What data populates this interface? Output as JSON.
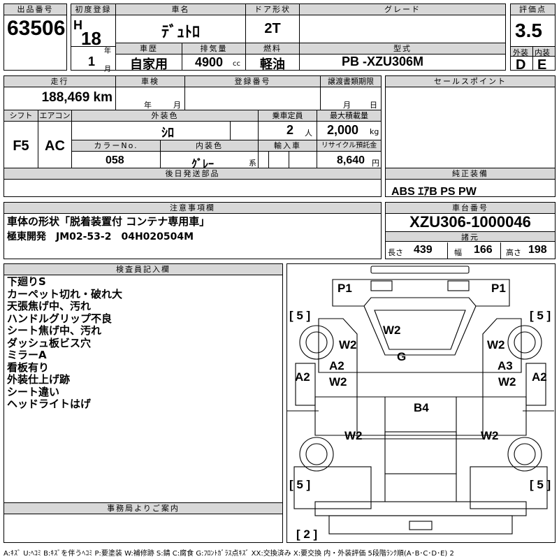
{
  "lot": {
    "header": "出品番号",
    "value": "63506"
  },
  "first_reg": {
    "header": "初度登録",
    "era": "H",
    "year": "18",
    "year_unit": "年",
    "month": "1",
    "month_unit": "月"
  },
  "car_name": {
    "header": "車名",
    "value": "ﾃﾞｭﾄﾛ"
  },
  "door": {
    "header": "ドア形状",
    "value": "2T"
  },
  "grade": {
    "header": "グレード",
    "value": ""
  },
  "score": {
    "header": "評価点",
    "value": "3.5",
    "ext_header": "外装",
    "int_header": "内装",
    "ext_value": "D",
    "int_value": "E"
  },
  "history": {
    "header": "車歴",
    "value": "自家用"
  },
  "displacement": {
    "header": "排気量",
    "value": "4900",
    "unit": "cc"
  },
  "fuel": {
    "header": "燃料",
    "value": "軽油"
  },
  "model": {
    "header": "型式",
    "value": "PB -XZU306M"
  },
  "mileage": {
    "header": "走行",
    "value": "188,469 km"
  },
  "inspection": {
    "header": "車検",
    "year_unit": "年",
    "month_unit": "月"
  },
  "reg_no": {
    "header": "登録番号",
    "value": ""
  },
  "transfer": {
    "header": "譲渡書類期限",
    "month_unit": "月",
    "day_unit": "日"
  },
  "sales_point": {
    "header": "セールスポイント",
    "value": ""
  },
  "shift": {
    "header": "シフト",
    "value": "F5"
  },
  "ac": {
    "header": "エアコン",
    "value": "AC"
  },
  "ext_color": {
    "header": "外装色",
    "value": "ｼﾛ"
  },
  "capacity": {
    "header": "乗車定員",
    "value": "2",
    "unit": "人"
  },
  "max_load": {
    "header": "最大積載量",
    "value": "2,000",
    "unit": "kg"
  },
  "color_no": {
    "header": "カラーNo.",
    "value": "058"
  },
  "int_color": {
    "header": "内装色",
    "value": "ｸﾞﾚｰ",
    "suffix": "系"
  },
  "import": {
    "header": "輸入車",
    "value": ""
  },
  "recycle": {
    "header": "リサイクル預託金",
    "value": "8,640",
    "unit": "円"
  },
  "later_parts": {
    "header": "後日発送部品",
    "value": ""
  },
  "genuine": {
    "header": "純正装備",
    "value": "ABS ｴｱB PS PW"
  },
  "notes": {
    "header": "注意事項欄",
    "line1": "車体の形状「脱着装置付 コンテナ専用車」",
    "line2": "極東開発　JM02-53-2　04H020504M"
  },
  "chassis": {
    "header": "車台番号",
    "value": "XZU306-1000046",
    "spec_header": "諸元",
    "length_label": "長さ",
    "length": "439",
    "width_label": "幅",
    "width": "166",
    "height_label": "高さ",
    "height": "198"
  },
  "inspector": {
    "header": "検査員記入欄",
    "lines": [
      "下廻りS",
      "カーペット切れ・破れ大",
      "天張焦げ中、汚れ",
      "ハンドルグリップ不良",
      "シート焦げ中、汚れ",
      "ダッシュ板ビス穴",
      "ミラーA",
      "看板有り",
      "外装仕上げ跡",
      "シート違い",
      "ヘッドライトはげ"
    ]
  },
  "office": {
    "header": "事務局よりご案内",
    "value": ""
  },
  "diagram": {
    "labels": [
      "P1",
      "P1",
      "[ 5 ]",
      "[ 5 ]",
      "W2",
      "W2",
      "W2",
      "G",
      "A2",
      "A3",
      "A2",
      "A2",
      "W2",
      "W2",
      "B4",
      "W2",
      "W2",
      "[ 5 ]",
      "[ 5 ]",
      "[ 2 ]"
    ]
  },
  "legend": "A:ｷｽﾞ U:ﾍｺﾐ B:ｷｽﾞを伴うﾍｺﾐ P:要塗装 W:補修跡 S:錆 C:腐食 G:ﾌﾛﾝﾄｶﾞﾗｽ点ｷｽﾞ XX:交換済み X:要交換 内・外装評価 5段階ﾗﾝｸ順(A･B･C･D･E) 2"
}
